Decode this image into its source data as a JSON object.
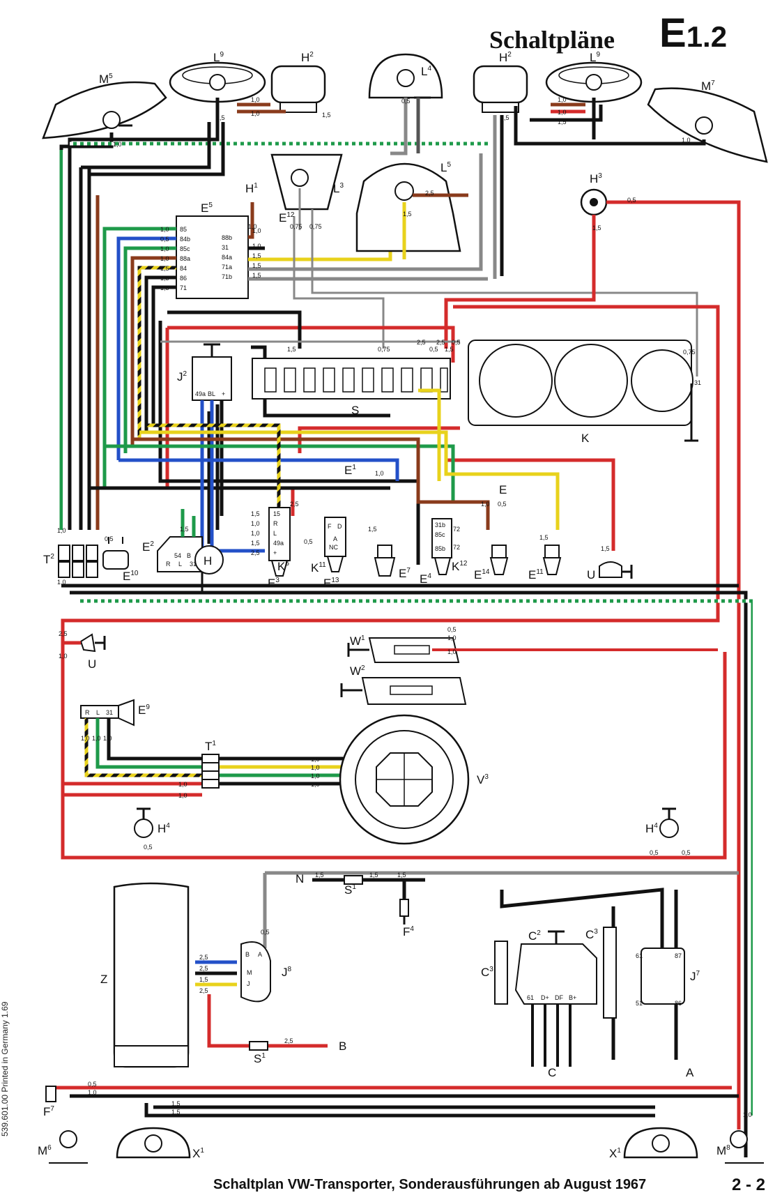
{
  "header": {
    "title": "Schaltpläne",
    "code": "E",
    "code_num": "1.2"
  },
  "footer": {
    "title": "Schaltplan VW-Transporter, Sonderausführungen ab August 1967",
    "page": "2 - 2"
  },
  "print_note": "539.601.00 Printed in Germany 1.69",
  "components": {
    "M5": "M",
    "M5s": "5",
    "L9a": "L",
    "L9s": "9",
    "H2a": "H",
    "H2s": "2",
    "L4": "L",
    "L4s": "4",
    "H2b": "H",
    "L9b": "L",
    "M7": "M",
    "M7s": "7",
    "H1": "H",
    "H1s": "1",
    "E5": "E",
    "E5s": "5",
    "E12": "E",
    "E12s": "12",
    "L3": "L",
    "L3s": "3",
    "L5": "L",
    "L5s": "5",
    "H3": "H",
    "H3s": "3",
    "J2": "J",
    "J2s": "2",
    "S": "S",
    "K": "K",
    "E1": "E",
    "E1s": "1",
    "E": "E",
    "T2": "T",
    "T2s": "2",
    "E2": "E",
    "E2s": "2",
    "E10": "E",
    "E10s": "10",
    "H": "H",
    "K6": "K",
    "K6s": "6",
    "E3": "E",
    "E3s": "3",
    "K11": "K",
    "K11s": "11",
    "E13": "E",
    "E13s": "13",
    "E7": "E",
    "E7s": "7",
    "E4": "E",
    "E4s": "4",
    "K12": "K",
    "K12s": "12",
    "E14": "E",
    "E14s": "14",
    "E11": "E",
    "E11s": "11",
    "U": "U",
    "W1": "W",
    "W1s": "1",
    "W2": "W",
    "W2s": "2",
    "E9": "E",
    "E9s": "9",
    "T1": "T",
    "T1s": "1",
    "V3": "V",
    "V3s": "3",
    "H4": "H",
    "H4s": "4",
    "N": "N",
    "S1": "S",
    "S1s": "1",
    "F4": "F",
    "F4s": "4",
    "Z": "Z",
    "J8": "J",
    "J8s": "8",
    "B": "B",
    "C2": "C",
    "C2s": "2",
    "C3": "C",
    "C3s": "3",
    "J7": "J",
    "J7s": "7",
    "C": "C",
    "A": "A",
    "F7": "F",
    "F7s": "7",
    "M6": "M",
    "M6s": "6",
    "X1": "X",
    "X1s": "1",
    "M8": "M",
    "M8s": "8"
  },
  "pins": {
    "e5_left": [
      "85",
      "84b",
      "85c",
      "88a",
      "84",
      "86",
      "71"
    ],
    "e5_left_w": [
      "1,0",
      "0,5",
      "1,0",
      "1,0",
      "1,5",
      "1,5",
      "1,5"
    ],
    "e5_right": [
      "88b",
      "31",
      "84a",
      "71a",
      "71b"
    ],
    "e5_right_w": [
      "1,0",
      "1,0",
      "1,5",
      "1,5",
      "1,5"
    ],
    "j2": [
      "49a",
      "BL",
      "+"
    ],
    "e3": [
      "15",
      "R",
      "L",
      "49a",
      "+"
    ],
    "e3_w": [
      "1,5",
      "1,0",
      "1,0",
      "1,5",
      "2,5"
    ],
    "e13": [
      "F",
      "D",
      "A",
      "NC"
    ],
    "k12": [
      "31b",
      "85c",
      "85b",
      "72",
      "72"
    ],
    "e2": [
      "54",
      "B",
      "R",
      "L",
      "31"
    ],
    "e9": [
      "R",
      "L",
      "31"
    ],
    "j8": [
      "B",
      "A",
      "M",
      "J"
    ],
    "c2": [
      "61",
      "D+",
      "DF",
      "B+"
    ],
    "j7": [
      "61",
      "87",
      "51",
      "86"
    ],
    "k_31": "31",
    "e9_w": [
      "1,0",
      "1,0",
      "1,0"
    ]
  },
  "wire_gauges": {
    "g05": "0,5",
    "g075": "0,75",
    "g10": "1,0",
    "g15": "1,5",
    "g25": "2,5"
  },
  "colors": {
    "red": "#d42b2b",
    "black": "#111111",
    "blue": "#2350c8",
    "green": "#1e9a4a",
    "yellow": "#e8d21c",
    "brown": "#8a3b1c",
    "grey": "#8c8c8c",
    "white": "#ffffff"
  }
}
